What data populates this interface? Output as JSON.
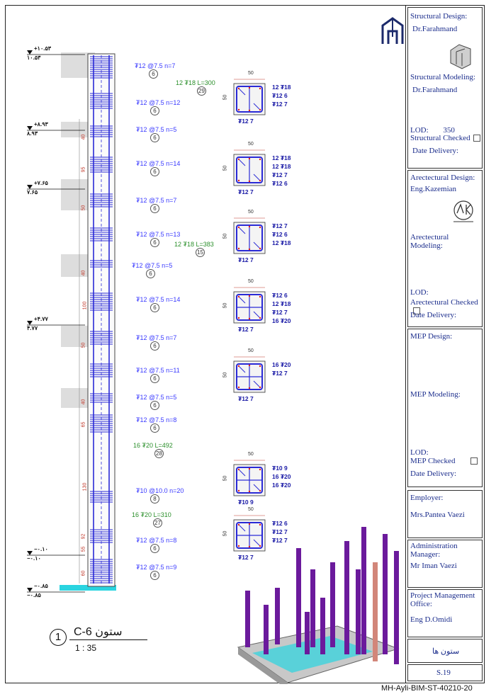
{
  "title_block": {
    "structural_design_label": "Structural Design:",
    "structural_design_name": "Dr.Farahmand",
    "structural_modeling_label": "Structural Modeling:",
    "structural_modeling_name": "Dr.Farahmand",
    "lod_label": "LOD:",
    "lod_value": "350",
    "structural_checked": "Structural Checked",
    "date_delivery": "Date Delivery:",
    "arch_design_label": "Arectectural Design:",
    "arch_design_name": "Eng.Kazemian",
    "arch_modeling_label": "Arectectural Modeling:",
    "arch_lod_label": "LOD:",
    "arch_checked": "Arectectural Checked",
    "arch_date_delivery": "Date Delivery:",
    "mep_design_label": "MEP Design:",
    "mep_modeling_label": "MEP Modeling:",
    "mep_lod_label": "LOD:",
    "mep_checked": "MEP Checked",
    "mep_date_delivery": "Date Delivery:",
    "employer_label": "Employer:",
    "employer_name": "Mrs.Pantea Vaezi",
    "admin_label": "Administration Manager:",
    "admin_name": "Mr Iman Vaezi",
    "pmo_label": "Project Management Office:",
    "pmo_name": "Eng D.Omidi",
    "sheet_name": "ستون ها",
    "sheet_number": "S.19"
  },
  "footer_code": "MH-Ayli-BIM-ST-40210-20",
  "drawing": {
    "number": "1",
    "title": "C-6 ستون",
    "scale": "1 : 35"
  },
  "levels": [
    {
      "top": "+۱۰.۵۳",
      "bottom": "۱۰.۵۳"
    },
    {
      "top": "+۸.۹۳",
      "bottom": "۸.۹۳"
    },
    {
      "top": "+۷.۶۵",
      "bottom": "۷.۶۵"
    },
    {
      "top": "+۴.۷۷",
      "bottom": "۴.۷۷"
    },
    {
      "top": "−۰.۱۰",
      "bottom": "−۰.۱۰"
    },
    {
      "top": "−۰.۸۵",
      "bottom": "−۰.۸۵"
    }
  ],
  "rebar_labels": [
    {
      "text": "₮12 @7.5   n=7",
      "mark": "6"
    },
    {
      "text": "12 ₮18   L=300",
      "mark": "29"
    },
    {
      "text": "₮12 @7.5   n=12",
      "mark": "6"
    },
    {
      "text": "₮12 @7.5   n=5",
      "mark": "6"
    },
    {
      "text": "₮12 @7.5   n=14",
      "mark": "6"
    },
    {
      "text": "₮12 @7.5   n=7",
      "mark": "6"
    },
    {
      "text": "₮12 @7.5   n=13",
      "mark": "6"
    },
    {
      "text": "12 ₮18   L=383",
      "mark": "15"
    },
    {
      "text": "₮12 @7.5   n=5",
      "mark": "6"
    },
    {
      "text": "₮12 @7.5   n=14",
      "mark": "6"
    },
    {
      "text": "₮12 @7.5   n=7",
      "mark": "6"
    },
    {
      "text": "₮12 @7.5   n=11",
      "mark": "6"
    },
    {
      "text": "₮12 @7.5   n=5",
      "mark": "6"
    },
    {
      "text": "₮12 @7.5   n=8",
      "mark": "6"
    },
    {
      "text": "16 ₮20   L=492",
      "mark": "28"
    },
    {
      "text": "₮10 @10.0   n=20",
      "mark": "8"
    },
    {
      "text": "16 ₮20   L=310",
      "mark": "27"
    },
    {
      "text": "₮12 @7.5   n=8",
      "mark": "6"
    },
    {
      "text": "₮12 @7.5   n=9",
      "mark": "6"
    }
  ],
  "segment_dims": [
    "40",
    "95",
    "50",
    "40",
    "100",
    "50",
    "40",
    "65",
    "130",
    "92",
    "55",
    "60"
  ],
  "sections": [
    {
      "dim": "50",
      "labels": [
        "12 ₮18",
        "₮12 6",
        "₮12 7"
      ],
      "bottom": "₮12 7"
    },
    {
      "dim": "50",
      "labels": [
        "12 ₮18",
        "12 ₮18",
        "₮12 7",
        "₮12 6"
      ],
      "bottom": "₮12 7"
    },
    {
      "dim": "50",
      "labels": [
        "₮12 7",
        "₮12 6",
        "12 ₮18"
      ],
      "bottom": "₮12 7"
    },
    {
      "dim": "50",
      "labels": [
        "₮12 6",
        "12 ₮18",
        "₮12 7",
        "16 ₮20"
      ],
      "bottom": "₮12 7"
    },
    {
      "dim": "50",
      "labels": [
        "16 ₮20",
        "₮12 7"
      ],
      "bottom": "₮12 7"
    },
    {
      "dim": "50",
      "labels": [
        "₮10 9",
        "16 ₮20",
        "16 ₮20"
      ],
      "bottom": "₮10 9"
    },
    {
      "dim": "50",
      "labels": [
        "₮12 6",
        "₮12 7",
        "₮12 7"
      ],
      "bottom": "₮12 7"
    }
  ],
  "colors": {
    "rebar": "#2a2ad6",
    "column_3d": "#6b1a9c",
    "foundation": "#2ad4e0"
  }
}
